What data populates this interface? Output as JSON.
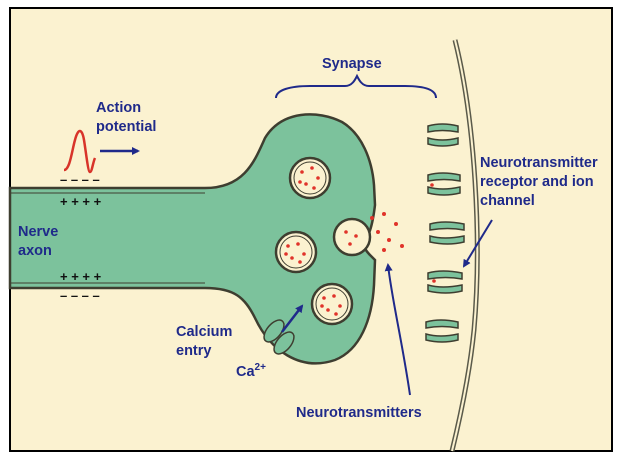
{
  "colors": {
    "background": "#fbf2d0",
    "frame": "#000000",
    "cell": "#7cc29c",
    "membrane": "#5a5a4a",
    "label": "#1f2a8a",
    "neurotransmitter": "#e0332a",
    "action_potential": "#d8342a"
  },
  "labels": {
    "synapse": "Synapse",
    "action_potential_line1": "Action",
    "action_potential_line2": "potential",
    "nerve_axon_line1": "Nerve",
    "nerve_axon_line2": "axon",
    "calcium_entry_line1": "Calcium",
    "calcium_entry_line2": "entry",
    "calcium_ion": "Ca",
    "calcium_ion_charge": "2+",
    "neurotransmitters": "Neurotransmitters",
    "receptor_line1": "Neurotransmitter",
    "receptor_line2": "receptor and ion",
    "receptor_line3": "channel"
  },
  "charges": {
    "outside_top": "– – – –",
    "inside_top": "+ + + +",
    "inside_bottom": "+ + + +",
    "outside_bottom": "– – – –"
  },
  "icons": [
    "action-potential-spike-icon",
    "arrow-icon",
    "vesicle-icon",
    "receptor-channel-icon",
    "calcium-channel-icon"
  ]
}
